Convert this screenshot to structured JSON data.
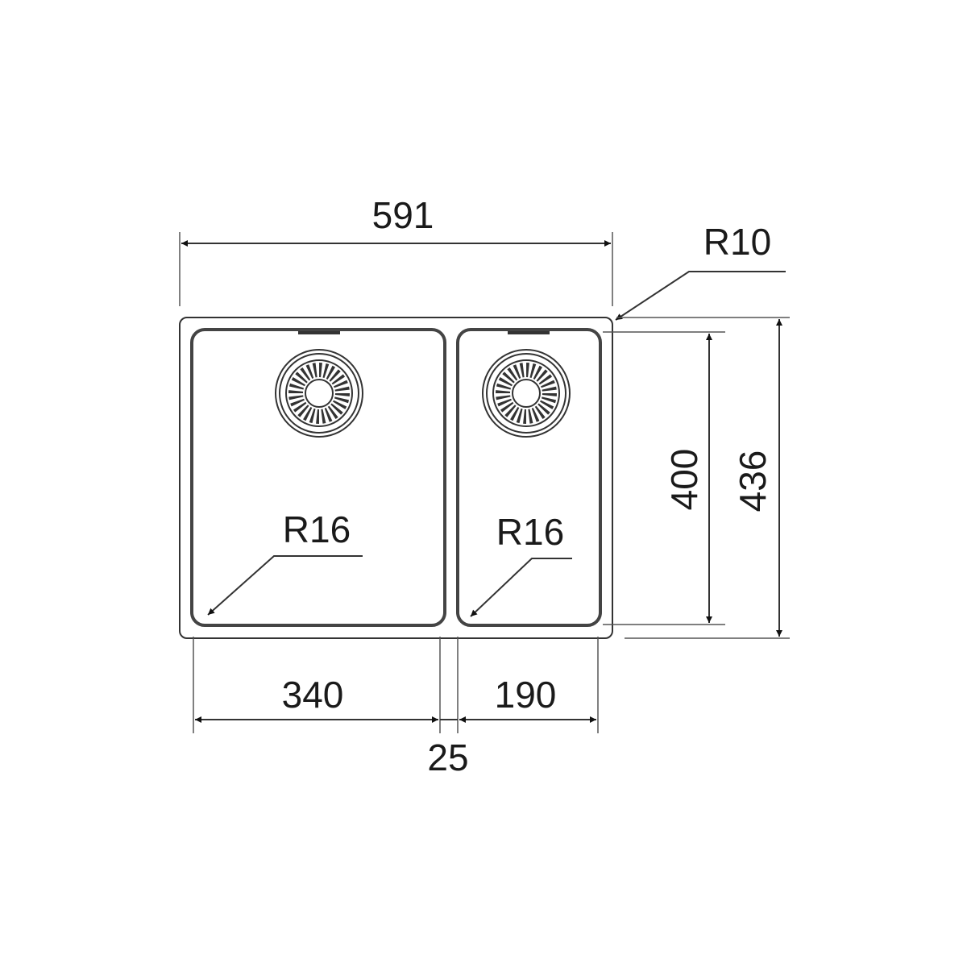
{
  "diagram": {
    "type": "double bowl sink technical drawing",
    "units": "mm",
    "dimensions": {
      "overall_width": "591",
      "overall_depth": "436",
      "bowl_depth": "400",
      "left_bowl_width": "340",
      "right_bowl_width": "190",
      "divider_width": "25",
      "outer_corner_radius": "R10",
      "left_bowl_radius": "R16",
      "right_bowl_radius": "R16"
    },
    "colors": {
      "line": "#333333",
      "background": "#ffffff"
    }
  }
}
